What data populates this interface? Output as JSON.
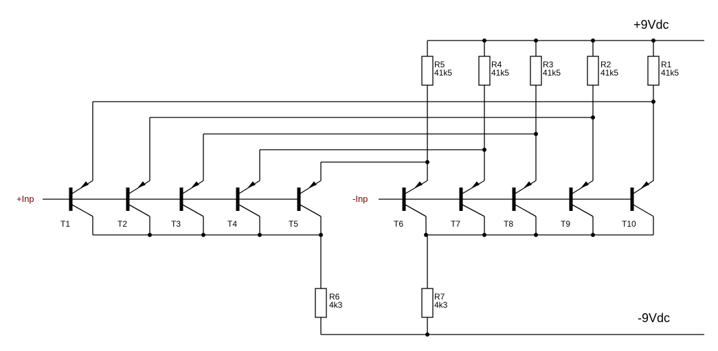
{
  "rails": {
    "positive": "+9Vdc",
    "negative": "-9Vdc"
  },
  "inputs": {
    "plus": "+Inp",
    "minus": "-Inp"
  },
  "transistors": [
    "T1",
    "T2",
    "T3",
    "T4",
    "T5",
    "T6",
    "T7",
    "T8",
    "T9",
    "T10"
  ],
  "resistors": [
    {
      "name": "R1",
      "value": "41k5"
    },
    {
      "name": "R2",
      "value": "41k5"
    },
    {
      "name": "R3",
      "value": "41k5"
    },
    {
      "name": "R4",
      "value": "41k5"
    },
    {
      "name": "R5",
      "value": "41k5"
    },
    {
      "name": "R6",
      "value": "4k3"
    },
    {
      "name": "R7",
      "value": "4k3"
    }
  ]
}
